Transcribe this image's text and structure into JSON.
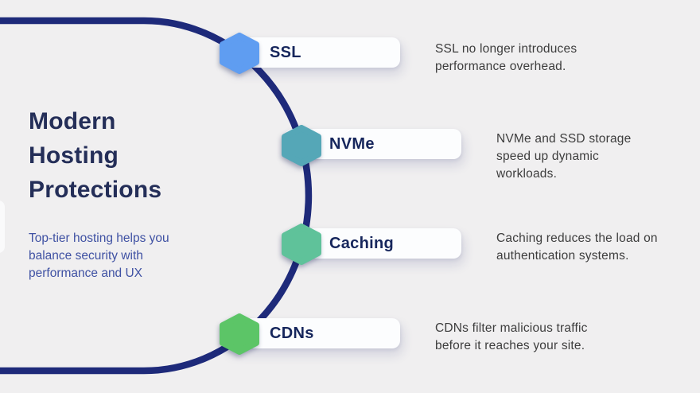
{
  "canvas": {
    "background_color": "#f0eff0"
  },
  "curve": {
    "color": "#1e2a7a"
  },
  "sidebar": {
    "title": "Modern\nHosting\nProtections",
    "title_color": "#242e58",
    "subtitle": "Top-tier hosting helps you\nbalance security with\nperformance and UX",
    "subtitle_color": "#3f51a3"
  },
  "labels": {
    "label_color": "#16265c",
    "description_color": "#3d3d3d"
  },
  "items": [
    {
      "label": "SSL",
      "icon": "hexagon-icon",
      "hex_color": "#5f9df1",
      "description": "SSL no longer introduces\nperformance overhead."
    },
    {
      "label": "NVMe",
      "icon": "hexagon-icon",
      "hex_color": "#55a7b7",
      "description": "NVMe and SSD storage\nspeed up dynamic\nworkloads."
    },
    {
      "label": "Caching",
      "icon": "hexagon-icon",
      "hex_color": "#5fc29a",
      "description": "Caching reduces the load on\nauthentication systems."
    },
    {
      "label": "CDNs",
      "icon": "hexagon-icon",
      "hex_color": "#5cc567",
      "description": "CDNs filter malicious traffic\nbefore it reaches your site."
    }
  ]
}
